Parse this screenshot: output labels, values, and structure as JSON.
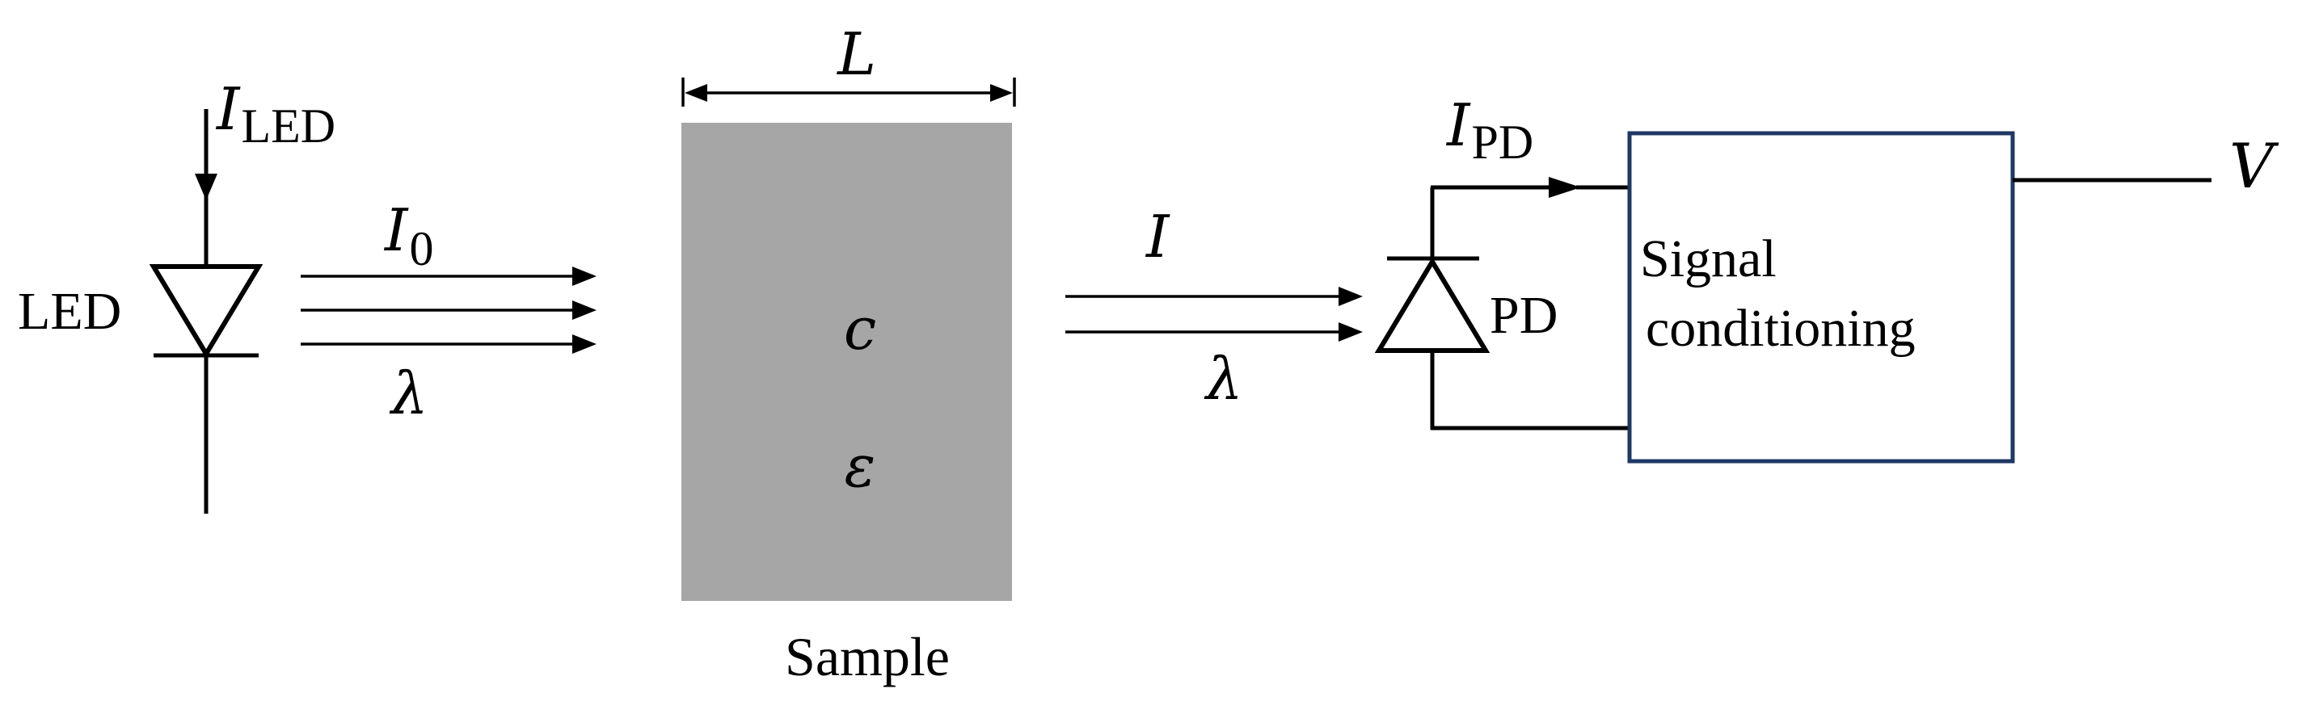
{
  "led": {
    "label": "LED",
    "current_symbol": "I",
    "current_subscript": "LED"
  },
  "incident_light": {
    "intensity_symbol": "I",
    "intensity_subscript": "0",
    "wavelength_symbol": "λ"
  },
  "sample": {
    "label": "Sample",
    "length_symbol": "L",
    "concentration_symbol": "c",
    "absorptivity_symbol": "ε",
    "fill_color": "#a6a6a6"
  },
  "transmitted_light": {
    "intensity_symbol": "I",
    "wavelength_symbol": "λ"
  },
  "photodiode": {
    "label": "PD",
    "current_symbol": "I",
    "current_subscript": "PD"
  },
  "signal_conditioning": {
    "line1": "Signal",
    "line2": "conditioning",
    "border_color": "#1f3864"
  },
  "output": {
    "voltage_symbol": "V"
  }
}
